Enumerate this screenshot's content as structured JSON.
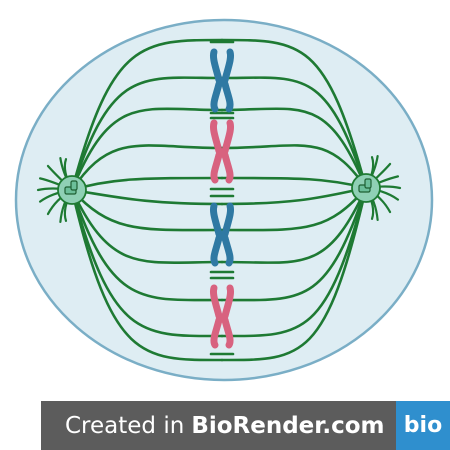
{
  "watermark": {
    "prefix": "Created in",
    "brand": "BioRender.com",
    "logo_text": "bio"
  },
  "colors": {
    "cell_fill": "#deedf3",
    "cell_border": "#7aaec6",
    "spindle": "#1e7a33",
    "chromosome_blue": "#2f79a3",
    "chromosome_pink": "#d8627f",
    "centrosome_fill": "#8fd0b5",
    "badge_bg": "#5c5c5c",
    "logo_bg": "#2f8fce"
  },
  "diagram": {
    "chromosomes": [
      {
        "name": "chromosome-1",
        "color": "blue"
      },
      {
        "name": "chromosome-2",
        "color": "pink"
      },
      {
        "name": "chromosome-3",
        "color": "blue"
      },
      {
        "name": "chromosome-4",
        "color": "pink"
      }
    ],
    "centrosomes": [
      "left",
      "right"
    ]
  }
}
